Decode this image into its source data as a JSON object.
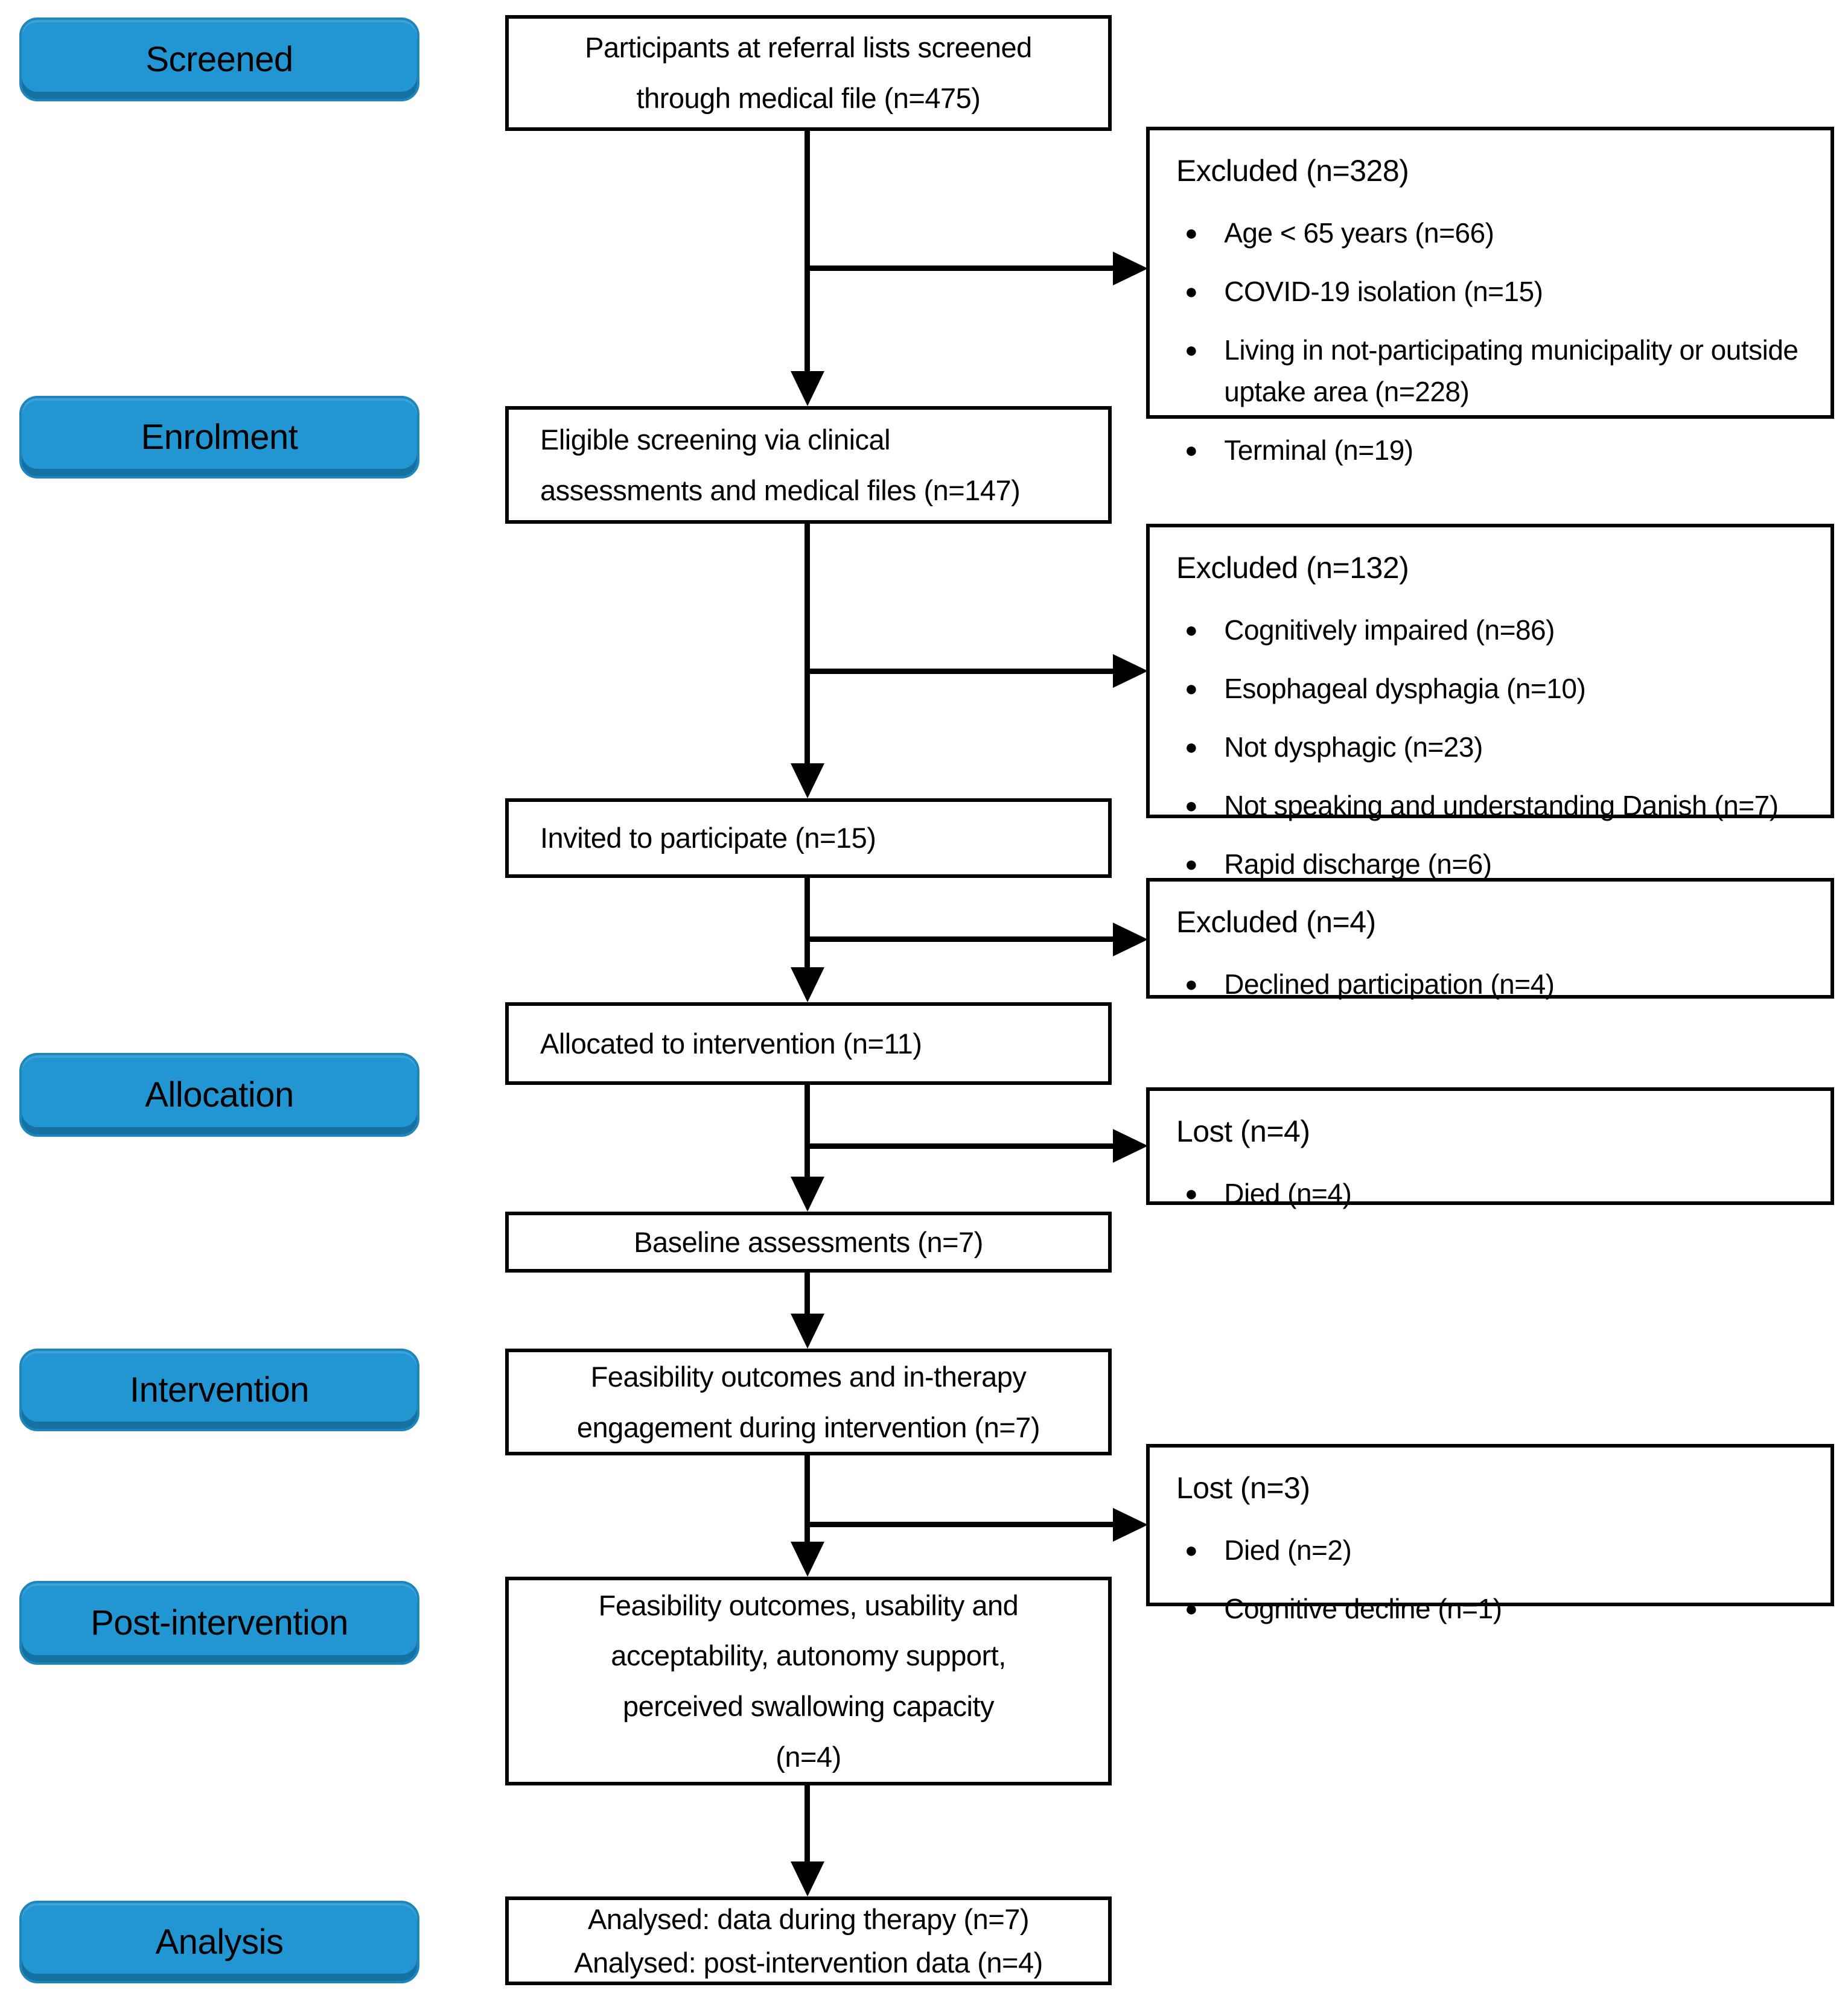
{
  "stages": [
    "Screened",
    "Enrolment",
    "Allocation",
    "Intervention",
    "Post-intervention",
    "Analysis"
  ],
  "flow": [
    {
      "lines": [
        "Participants at referral lists screened",
        "through medical file (n=475)"
      ]
    },
    {
      "lines": [
        "Eligible screening via clinical",
        "assessments and medical files (n=147)"
      ]
    },
    {
      "lines": [
        "Invited to participate (n=15)"
      ]
    },
    {
      "lines": [
        "Allocated to intervention (n=11)"
      ]
    },
    {
      "lines": [
        "Baseline assessments (n=7)"
      ]
    },
    {
      "lines": [
        "Feasibility outcomes and in-therapy",
        "engagement during intervention (n=7)"
      ]
    },
    {
      "lines": [
        "Feasibility outcomes, usability and",
        "acceptability, autonomy support,",
        "perceived swallowing capacity",
        "(n=4)"
      ]
    },
    {
      "lines": [
        "Analysed: data during therapy (n=7)",
        "Analysed: post-intervention data (n=4)"
      ]
    }
  ],
  "side": [
    {
      "title": "Excluded (n=328)",
      "items": [
        "Age < 65 years (n=66)",
        "COVID-19 isolation (n=15)",
        "Living in not-participating municipality or outside uptake area (n=228)",
        "Terminal (n=19)"
      ]
    },
    {
      "title": "Excluded (n=132)",
      "items": [
        "Cognitively impaired (n=86)",
        "Esophageal dysphagia (n=10)",
        "Not dysphagic (n=23)",
        "Not speaking and understanding Danish (n=7)",
        "Rapid discharge (n=6)"
      ]
    },
    {
      "title": "Excluded (n=4)",
      "items": [
        "Declined participation (n=4)"
      ]
    },
    {
      "title": "Lost (n=4)",
      "items": [
        "Died (n=4)"
      ]
    },
    {
      "title": "Lost (n=3)",
      "items": [
        "Died (n=2)",
        "Cognitive decline (n=1)"
      ]
    }
  ],
  "bullet_glyph": "●",
  "colors": {
    "stage_fill": "#2196d3",
    "stage_border": "#1d86bb",
    "stage_shadow": "#0d5378",
    "box_border": "#000000",
    "arrow": "#000000",
    "background": "#ffffff",
    "text": "#000000"
  }
}
